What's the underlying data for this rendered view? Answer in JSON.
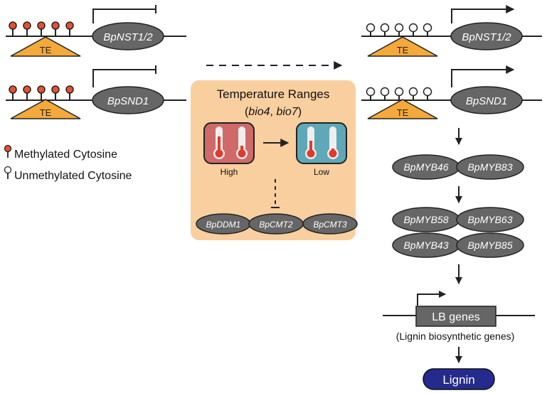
{
  "left": {
    "gene_top": "BpNST1/2",
    "gene_bottom": "BpSND1",
    "te_label": "TE"
  },
  "right": {
    "gene_top": "BpNST1/2",
    "gene_bottom": "BpSND1",
    "te_label": "TE"
  },
  "legend": {
    "methylated": "Methylated Cytosine",
    "unmethylated": "Unmethylated Cytosine"
  },
  "center_box": {
    "title": "Temperature Ranges",
    "subtitle_open": "(",
    "bio4": "bio4",
    "comma": ", ",
    "bio7": "bio7",
    "subtitle_close": ")",
    "high_label": "High",
    "low_label": "Low",
    "enzymes": [
      "BpDDM1",
      "BpCMT2",
      "BpCMT3"
    ]
  },
  "pathway": {
    "myb_row1": [
      "BpMYB46",
      "BpMYB83"
    ],
    "myb_row2": [
      "BpMYB58",
      "BpMYB63"
    ],
    "myb_row3": [
      "BpMYB43",
      "BpMYB85"
    ],
    "lb_genes": "LB genes",
    "lb_caption": "(Lignin biosynthetic genes)",
    "lignin": "Lignin"
  },
  "colors": {
    "methyl": "#e8502f",
    "te_fill": "#f5a93a",
    "ellipse": "#666666",
    "box_bg": "#f9cfa0",
    "high_bg": "#d06a6a",
    "low_bg": "#5fa8b8",
    "lignin": "#252b8c"
  }
}
